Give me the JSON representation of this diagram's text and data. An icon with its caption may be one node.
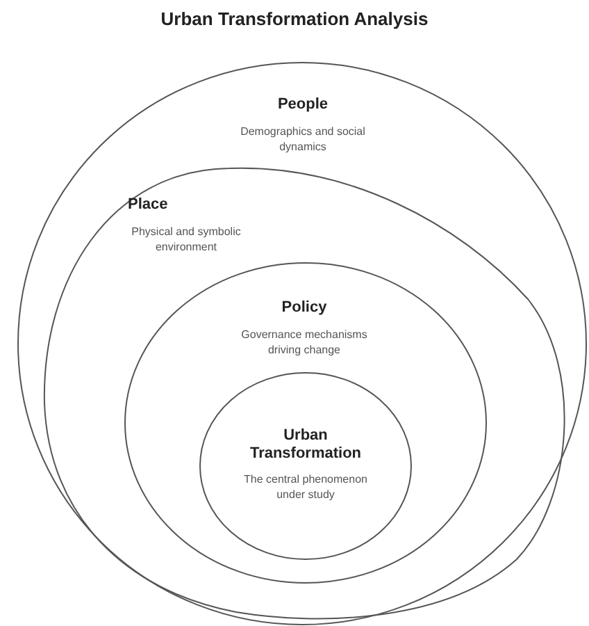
{
  "diagram": {
    "title": "Urban Transformation Analysis",
    "nodes": [
      {
        "text": [
          "People",
          "Demographics and social dynamics"
        ]
      },
      {
        "text": [
          "Place",
          "Physical and symbolic environment"
        ],
        "in": 0
      },
      {
        "text": [
          "Policy",
          "Governance mechanisms driving change"
        ],
        "in": 1
      },
      {
        "text": [
          "Urban Transformation",
          "The central phenomenon under study"
        ],
        "in": 2
      }
    ]
  }
}
